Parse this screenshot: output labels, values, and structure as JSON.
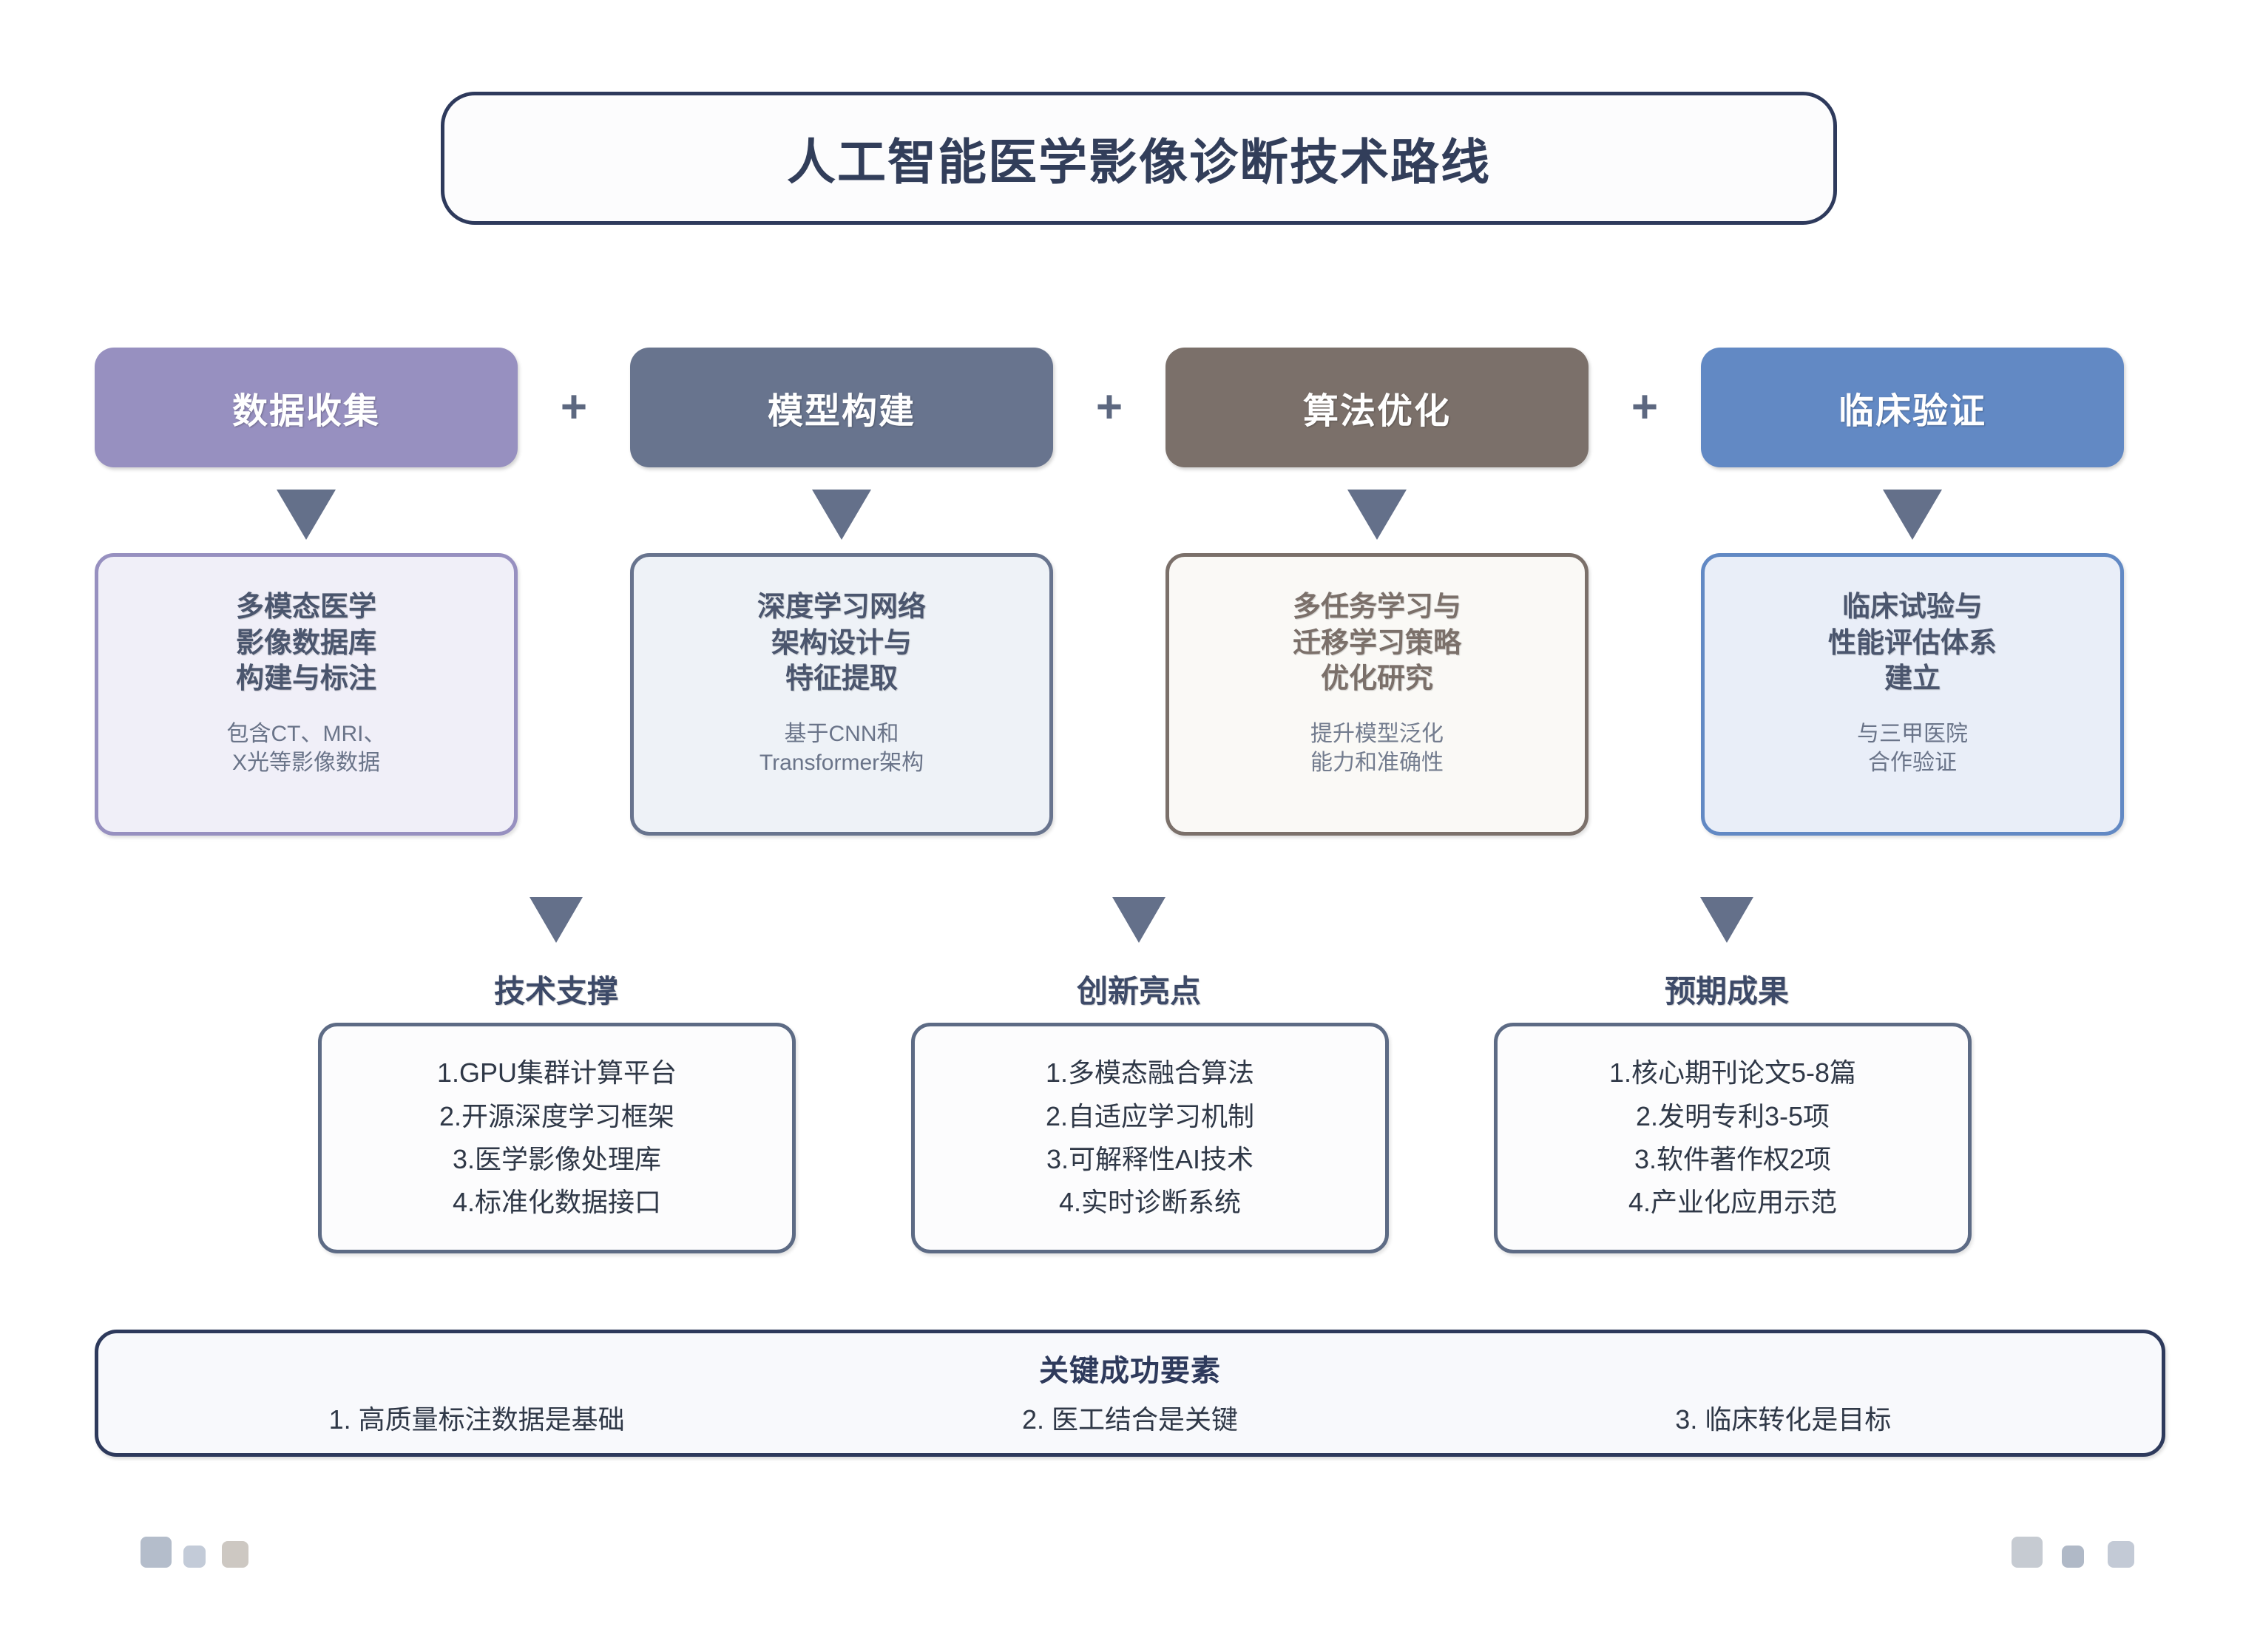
{
  "title": "人工智能医学影像诊断技术路线",
  "connector_symbol": "+",
  "stages": [
    {
      "label": "数据收集",
      "color": "#9790c0"
    },
    {
      "label": "模型构建",
      "color": "#68748e"
    },
    {
      "label": "算法优化",
      "color": "#7b706a"
    },
    {
      "label": "临床验证",
      "color": "#6289c4"
    }
  ],
  "details": [
    {
      "title": "多模态医学\n影像数据库\n构建与标注",
      "line1": "多模态医学",
      "line2": "影像数据库",
      "line3": "构建与标注",
      "sub1": "包含CT、MRI、",
      "sub2": "X光等影像数据",
      "bg": "#f0eff8",
      "border": "#9790c0",
      "title_color": "#4b566e"
    },
    {
      "line1": "深度学习网络",
      "line2": "架构设计与",
      "line3": "特征提取",
      "sub1": "基于CNN和",
      "sub2": "Transformer架构",
      "bg": "#eef2f7",
      "border": "#68748e",
      "title_color": "#4b566e"
    },
    {
      "line1": "多任务学习与",
      "line2": "迁移学习策略",
      "line3": "优化研究",
      "sub1": "提升模型泛化",
      "sub2": "能力和准确性",
      "bg": "#faf9f6",
      "border": "#7b706a",
      "title_color": "#7b706a"
    },
    {
      "line1": "临床试验与",
      "line2": "性能评估体系",
      "line3": "建立",
      "sub1": "与三甲医院",
      "sub2": "合作验证",
      "bg": "#e9eef8",
      "border": "#6289c4",
      "title_color": "#4b566e"
    }
  ],
  "sections": [
    {
      "heading": "技术支撑",
      "items": [
        "1.GPU集群计算平台",
        "2.开源深度学习框架",
        "3.医学影像处理库",
        "4.标准化数据接口"
      ]
    },
    {
      "heading": "创新亮点",
      "items": [
        "1.多模态融合算法",
        "2.自适应学习机制",
        "3.可解释性AI技术",
        "4.实时诊断系统"
      ]
    },
    {
      "heading": "预期成果",
      "items": [
        "1.核心期刊论文5-8篇",
        "2.发明专利3-5项",
        "3.软件著作权2项",
        "4.产业化应用示范"
      ]
    }
  ],
  "key_factors": {
    "title": "关键成功要素",
    "items": [
      "1. 高质量标注数据是基础",
      "2. 医工结合是关键",
      "3. 临床转化是目标"
    ]
  },
  "decor": {
    "left": [
      {
        "color": "#b4bdcb",
        "size": 42
      },
      {
        "color": "#c3cbd8",
        "size": 30
      },
      {
        "color": "#cdc8c2",
        "size": 36
      }
    ],
    "right": [
      {
        "color": "#c6cbd2",
        "size": 42
      },
      {
        "color": "#b0b9c7",
        "size": 30
      },
      {
        "color": "#c3cad6",
        "size": 36
      }
    ]
  },
  "theme": {
    "title_border": "#2e3a5c",
    "arrow_color": "#64708a",
    "page_bg": "#ffffff"
  }
}
